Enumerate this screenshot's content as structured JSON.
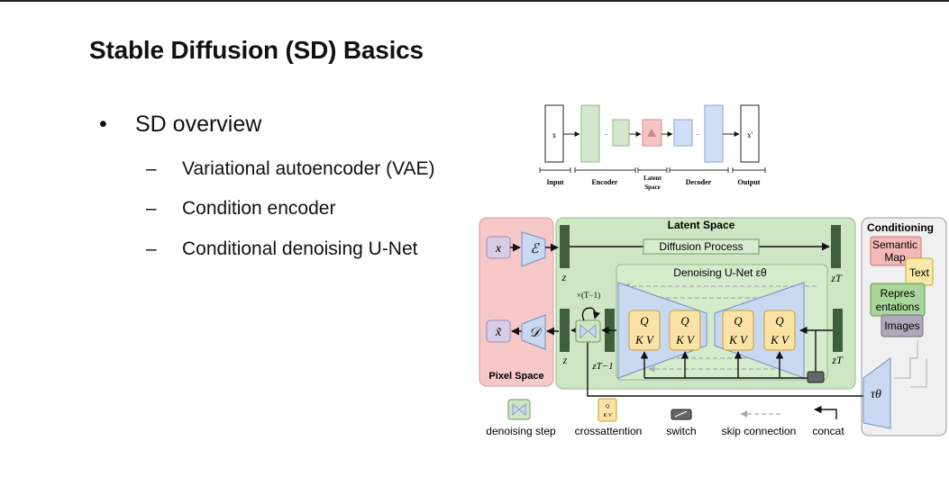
{
  "slide": {
    "title": "Stable Diffusion (SD) Basics",
    "bullet_marker": "•",
    "dash_marker": "–",
    "bullet": "SD overview",
    "sub_bullets": [
      "Variational autoencoder (VAE)",
      "Condition encoder",
      "Conditional denoising U-Net"
    ]
  },
  "vae_figure": {
    "input_symbol": "x",
    "output_symbol": "x'",
    "labels": [
      "Input",
      "Encoder",
      "Latent",
      "Space",
      "Decoder",
      "Output"
    ]
  },
  "ldm_figure": {
    "pixel_space": "Pixel Space",
    "latent_space": "Latent Space",
    "conditioning": "Conditioning",
    "diffusion_process": "Diffusion Process",
    "denoising_unet": "Denoising U-Net εθ",
    "x": "x",
    "x_tilde": "x̃",
    "encoder": "ℰ",
    "decoder": "𝒟",
    "z": "z",
    "z_T": "zT",
    "z_T_minus_1": "zT−1",
    "repeat": "×(T−1)",
    "tau": "τθ",
    "q": "Q",
    "kv": "K V",
    "cond_items": [
      "Semantic",
      "Map",
      "Text",
      "Repres",
      "entations",
      "Images"
    ]
  },
  "legend": [
    "denoising step",
    "crossattention",
    "switch",
    "skip connection",
    "concat"
  ],
  "colors": {
    "pixel_space_fill": "#f7c9c9",
    "latent_space_fill": "#cfe6c4",
    "encoder_fill": "#c9d9f2",
    "attention_fill": "#fbe3a6",
    "latent_bar": "#3e5e3e",
    "semantic_map": "#f4b8b8",
    "text": "#fbe9a6",
    "representations": "#a9d69a",
    "images": "#b0a8b8"
  }
}
